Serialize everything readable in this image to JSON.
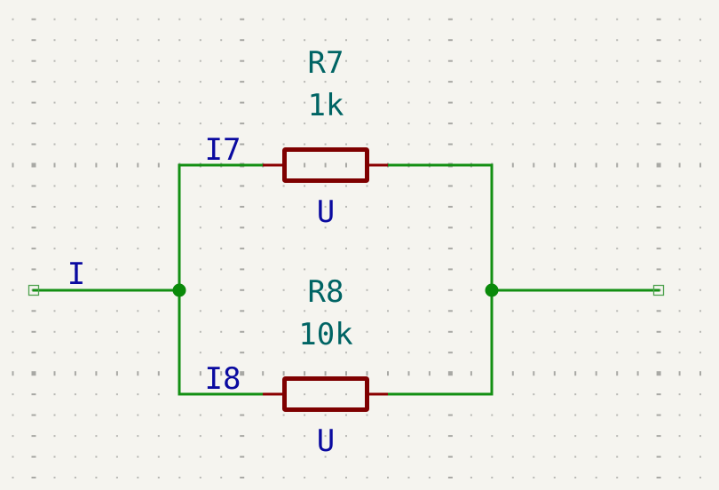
{
  "title": "Parallel resistor schematic",
  "colors": {
    "background": "#f5f4ef",
    "wire": "#138f13",
    "junction": "#0a8a0a",
    "component_body": "#7e0000",
    "component_lead": "#8a0000",
    "reference_text": "#006464",
    "net_label_text": "#0a0aa0",
    "grid": "#b8b8b4"
  },
  "components": [
    {
      "id": "r7",
      "type": "resistor",
      "reference": "R7",
      "value": "1k",
      "current_label": "I7",
      "voltage_label": "U"
    },
    {
      "id": "r8",
      "type": "resistor",
      "reference": "R8",
      "value": "10k",
      "current_label": "I8",
      "voltage_label": "U"
    }
  ],
  "nets": {
    "input_current_label": "I"
  },
  "terminals": [
    {
      "id": "left",
      "icon": "terminal-square-icon"
    },
    {
      "id": "right",
      "icon": "terminal-square-icon"
    }
  ],
  "junctions": [
    {
      "id": "left-node",
      "icon": "junction-dot-icon"
    },
    {
      "id": "right-node",
      "icon": "junction-dot-icon"
    }
  ]
}
